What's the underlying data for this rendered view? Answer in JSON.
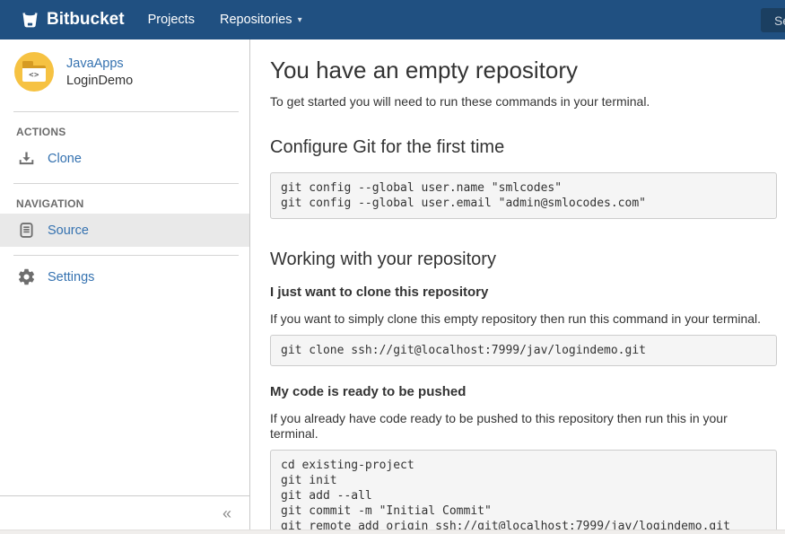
{
  "navbar": {
    "brand": "Bitbucket",
    "projects_label": "Projects",
    "repositories_label": "Repositories",
    "caret": "▾",
    "search_placeholder": "Search"
  },
  "sidebar": {
    "project": "JavaApps",
    "repository": "LoginDemo",
    "avatar_glyph": "<>",
    "actions_title": "ACTIONS",
    "clone_label": "Clone",
    "navigation_title": "NAVIGATION",
    "source_label": "Source",
    "settings_label": "Settings",
    "collapse_glyph": "«"
  },
  "main": {
    "title": "You have an empty repository",
    "intro": "To get started you will need to run these commands in your terminal.",
    "configure_heading": "Configure Git for the first time",
    "configure_code": "git config --global user.name \"smlcodes\"\ngit config --global user.email \"admin@smlocodes.com\"",
    "working_heading": "Working with your repository",
    "clone_subheading": "I just want to clone this repository",
    "clone_text": "If you want to simply clone this empty repository then run this command in your terminal.",
    "clone_code": "git clone ssh://git@localhost:7999/jav/logindemo.git",
    "push_subheading": "My code is ready to be pushed",
    "push_text": "If you already have code ready to be pushed to this repository then run this in your terminal.",
    "push_code": "cd existing-project\ngit init\ngit add --all\ngit commit -m \"Initial Commit\"\ngit remote add origin ssh://git@localhost:7999/jav/logindemo.git\ngit push -u origin master"
  },
  "colors": {
    "navbar_bg": "#205081",
    "search_bg": "#1b3f61",
    "link_blue": "#3572b0",
    "avatar_yellow": "#f6c242",
    "selected_row_bg": "#e9e9e9",
    "code_bg": "#f5f5f5",
    "code_border": "#cccccc"
  }
}
